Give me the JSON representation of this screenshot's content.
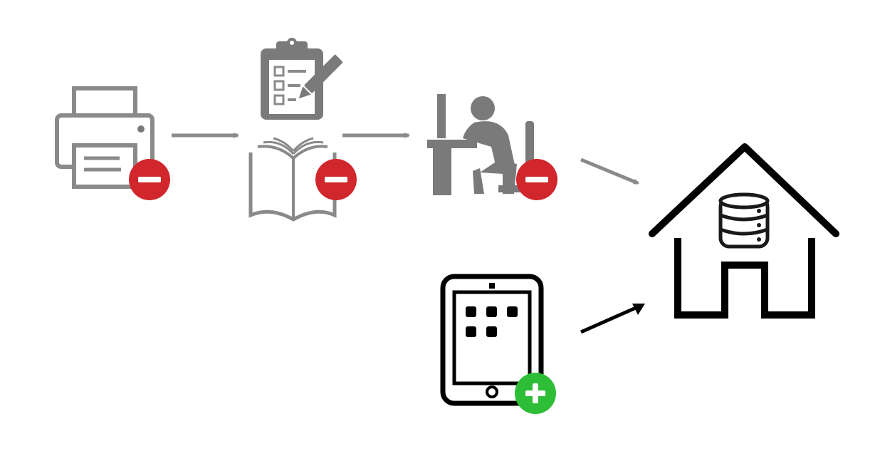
{
  "colors": {
    "legacy_gray": "#8a8a8a",
    "legacy_gray_dark": "#7a7a7a",
    "modern_black": "#000000",
    "remove_badge": "#d0262c",
    "add_badge": "#2dbd36",
    "badge_symbol": "#ffffff",
    "background": "#ffffff"
  },
  "nodes": [
    {
      "id": "printer",
      "icon": "printer-icon",
      "badge": "minus",
      "group": "legacy"
    },
    {
      "id": "clipboard",
      "icon": "clipboard-checklist-icon",
      "badge": "none",
      "group": "legacy"
    },
    {
      "id": "book",
      "icon": "open-book-icon",
      "badge": "minus",
      "group": "legacy"
    },
    {
      "id": "office-worker",
      "icon": "person-at-desk-icon",
      "badge": "minus",
      "group": "legacy"
    },
    {
      "id": "tablet",
      "icon": "tablet-icon",
      "badge": "plus",
      "group": "modern"
    },
    {
      "id": "home-database",
      "icon": "house-database-icon",
      "badge": "none",
      "group": "destination"
    }
  ],
  "edges": [
    {
      "from": "printer",
      "to": "book"
    },
    {
      "from": "book",
      "to": "office-worker"
    },
    {
      "from": "office-worker",
      "to": "home-database"
    },
    {
      "from": "tablet",
      "to": "home-database"
    }
  ]
}
